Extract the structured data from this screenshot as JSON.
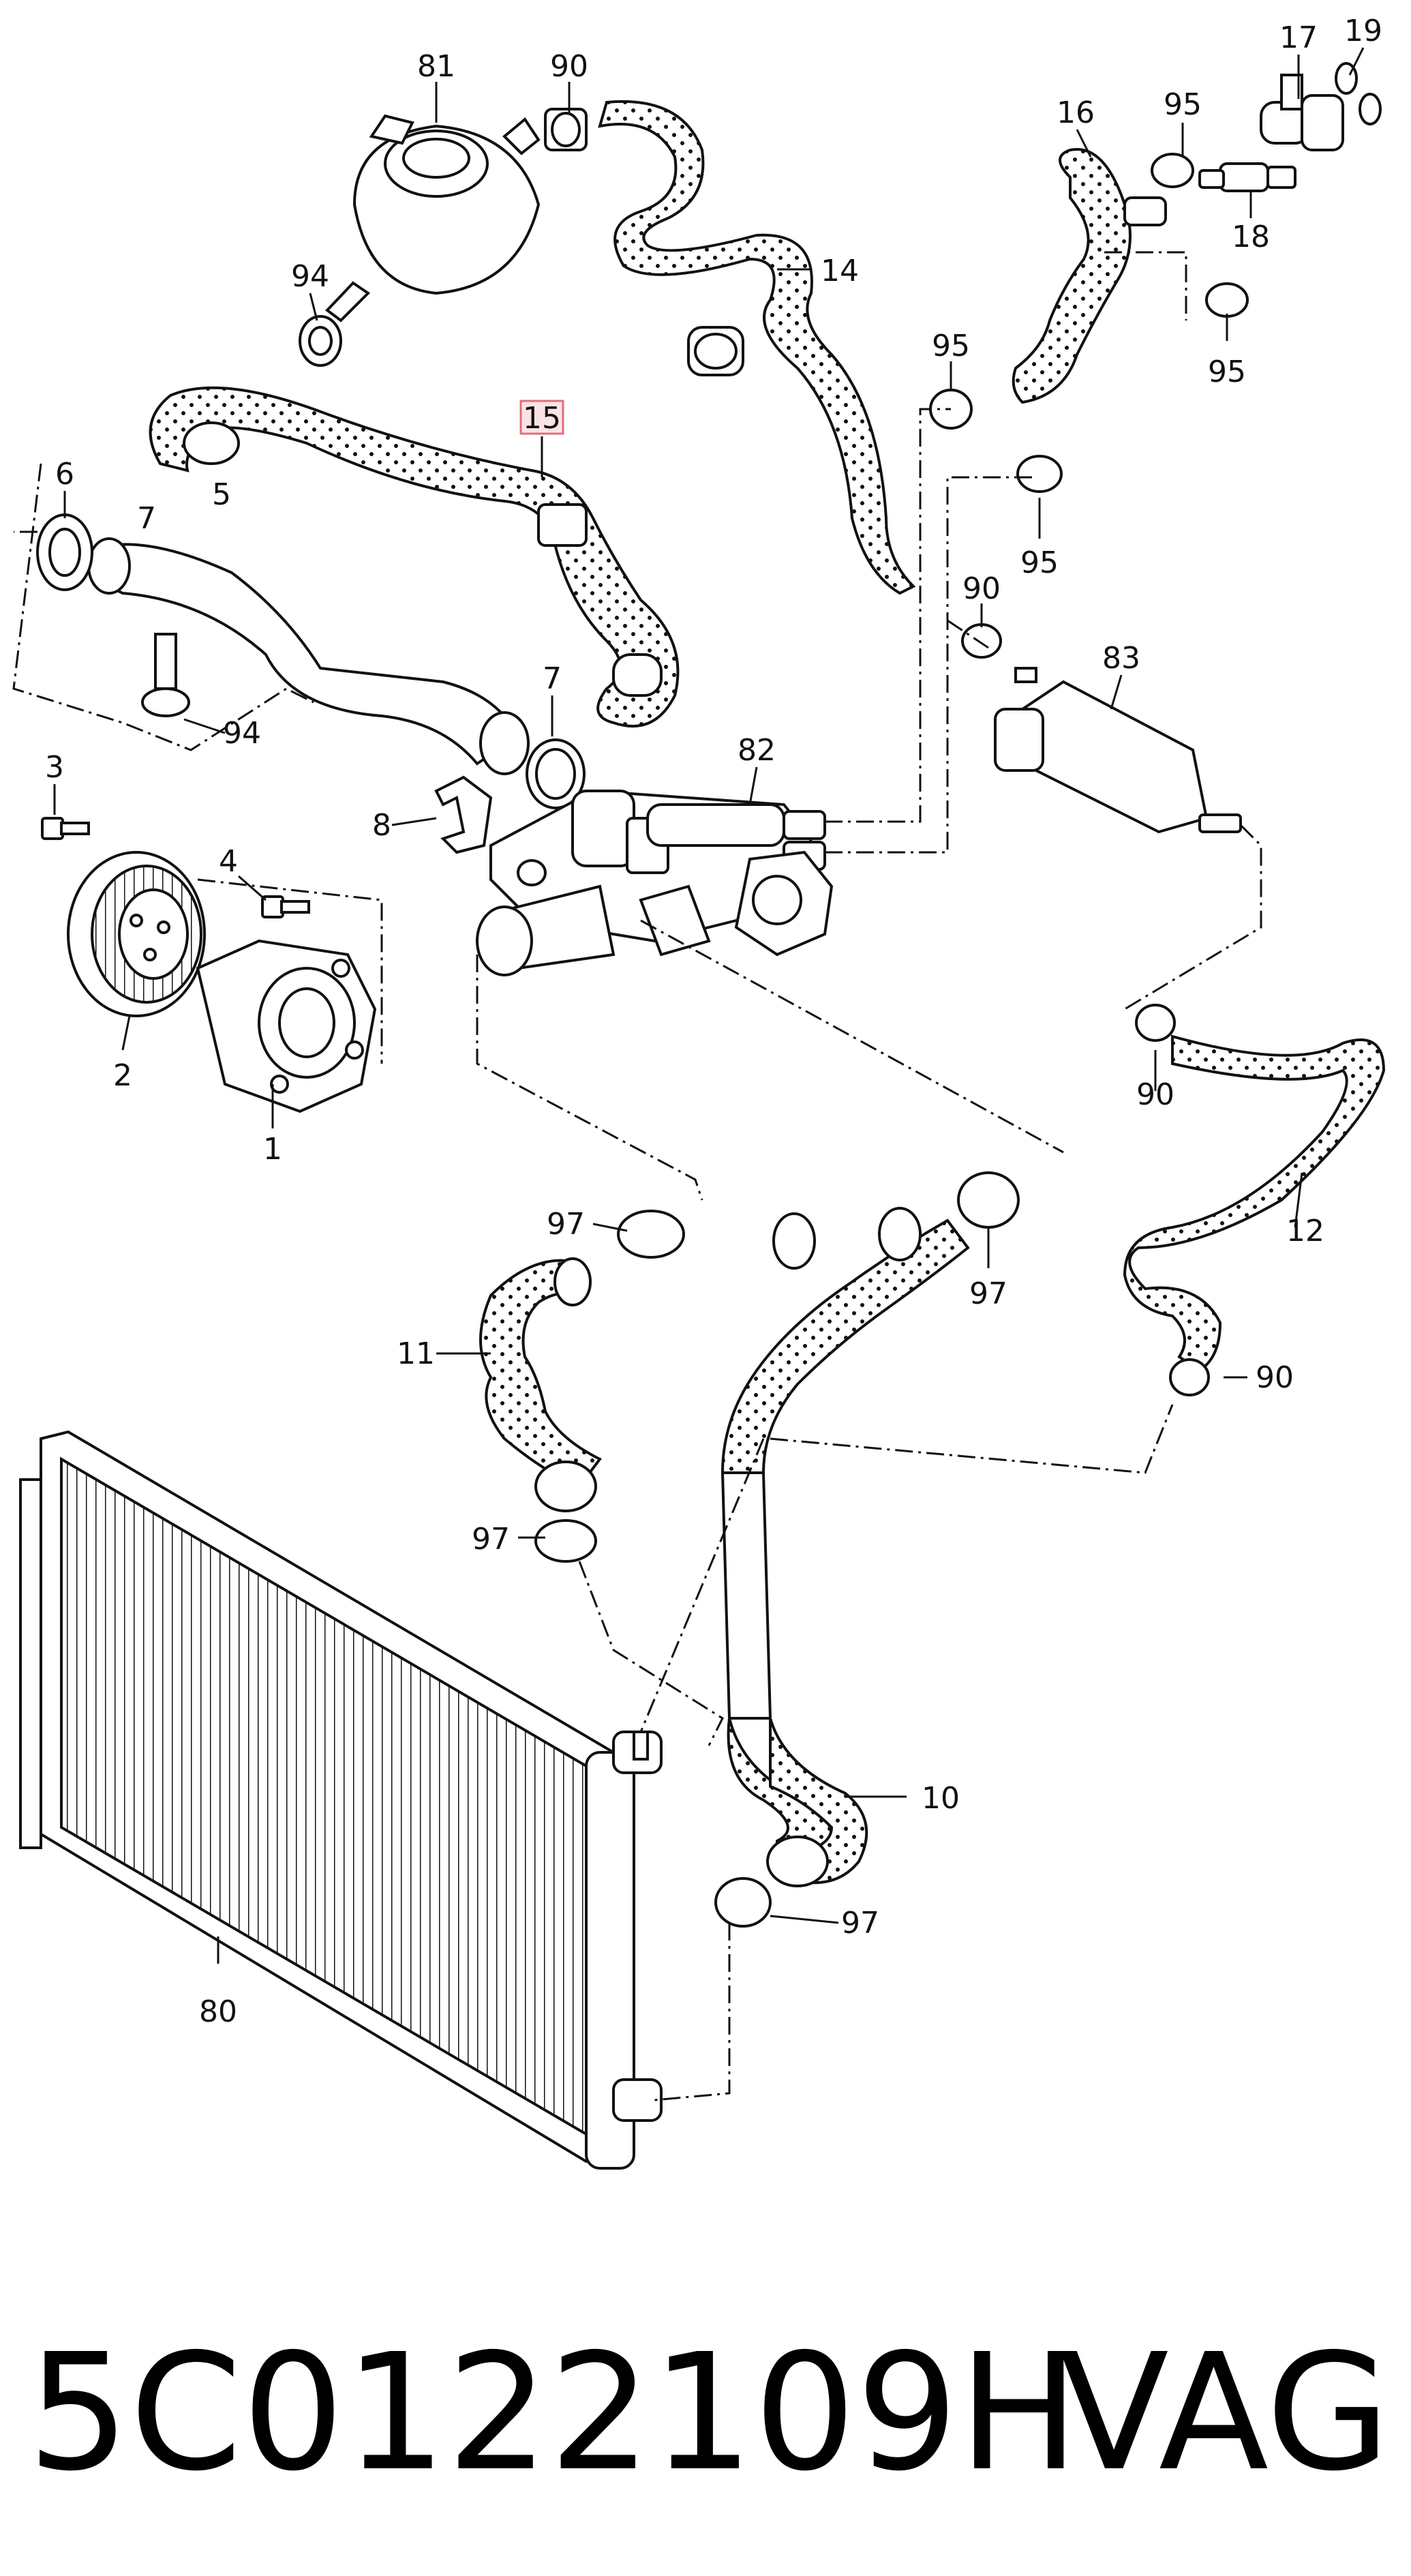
{
  "callouts": {
    "c81": "81",
    "c90a": "90",
    "c17": "17",
    "c19": "19",
    "c16": "16",
    "c95a": "95",
    "c94a": "94",
    "c14": "14",
    "c18": "18",
    "c95b": "95",
    "c15": "15",
    "c95c": "95",
    "c6": "6",
    "c7a": "7",
    "c5": "5",
    "c90b": "90",
    "c95d": "95",
    "c83": "83",
    "c7b": "7",
    "c94b": "94",
    "c82": "82",
    "c3": "3",
    "c8": "8",
    "c4": "4",
    "c2": "2",
    "c1": "1",
    "c90c": "90",
    "c97a": "97",
    "c97b": "97",
    "c11": "11",
    "c12": "12",
    "c90d": "90",
    "c97c": "97",
    "c10": "10",
    "c97d": "97",
    "c80": "80"
  },
  "highlight_color": "#e0707a",
  "footer": {
    "part_number": "5C0122109H",
    "brand": "VAG"
  }
}
